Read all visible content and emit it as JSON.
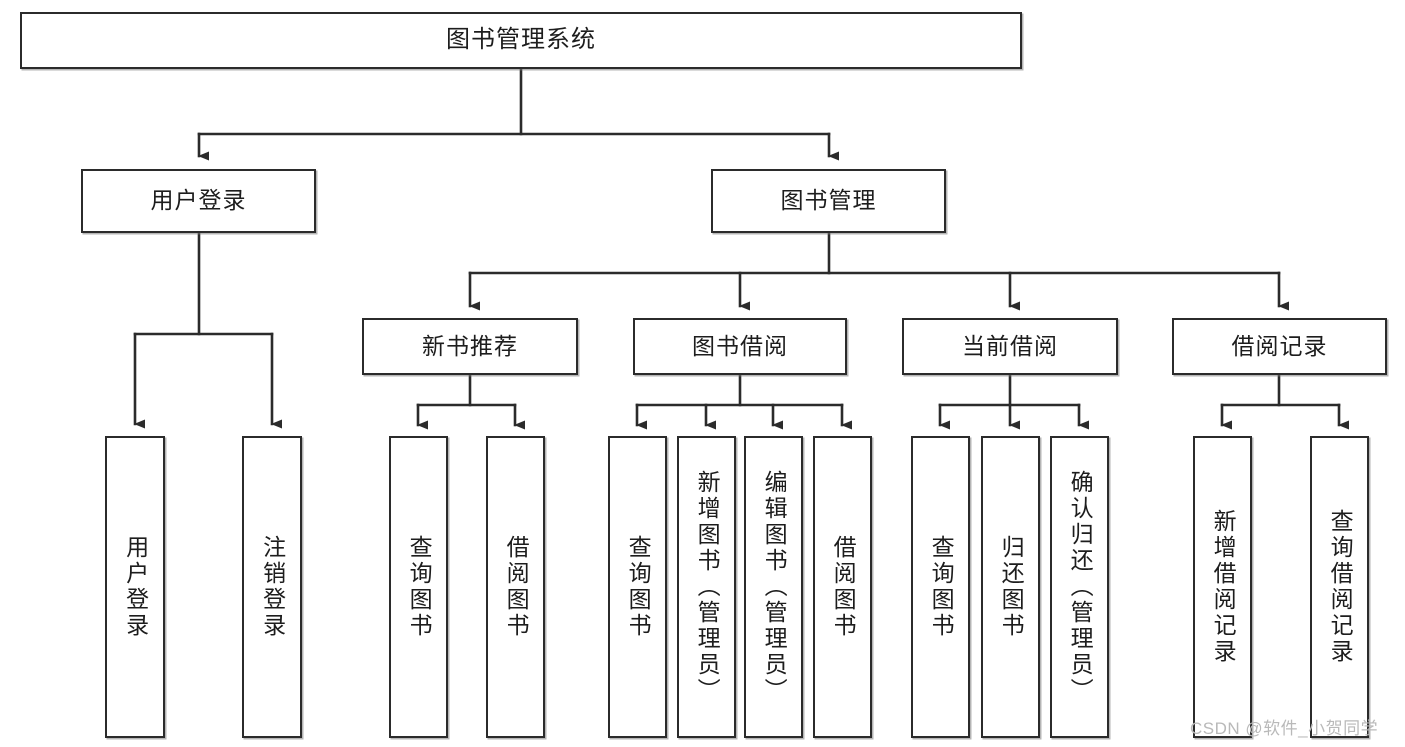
{
  "diagram": {
    "title": "图书管理系统",
    "type": "tree-hierarchy-chart",
    "watermark": "CSDN @软件_小贺同学",
    "colors": {
      "box_border": "#2b2b2b",
      "box_fill": "#ffffff",
      "edge": "#2b2b2b",
      "text": "#1d1d1d",
      "watermark": "#b9b9b9",
      "background": "#ffffff"
    },
    "nodes": {
      "root": {
        "label": "图书管理系统"
      },
      "level2": [
        {
          "id": "user-login",
          "label": "用户登录"
        },
        {
          "id": "book-manage",
          "label": "图书管理"
        }
      ],
      "level3": [
        {
          "id": "new-book-recommend",
          "label": "新书推荐"
        },
        {
          "id": "book-borrow",
          "label": "图书借阅"
        },
        {
          "id": "current-borrow",
          "label": "当前借阅"
        },
        {
          "id": "borrow-record",
          "label": "借阅记录"
        }
      ],
      "leaves": {
        "user_login": [
          {
            "id": "leaf-user-login",
            "label": "用户登录"
          },
          {
            "id": "leaf-logout-login",
            "label": "注销登录"
          }
        ],
        "new_book_recommend": [
          {
            "id": "leaf-query-book-1",
            "label": "查询图书"
          },
          {
            "id": "leaf-borrow-book-1",
            "label": "借阅图书"
          }
        ],
        "book_borrow": [
          {
            "id": "leaf-query-book-2",
            "label": "查询图书"
          },
          {
            "id": "leaf-add-book",
            "label": "新增图书（管理员）"
          },
          {
            "id": "leaf-edit-book",
            "label": "编辑图书（管理员）"
          },
          {
            "id": "leaf-borrow-book-2",
            "label": "借阅图书"
          }
        ],
        "current_borrow": [
          {
            "id": "leaf-query-book-3",
            "label": "查询图书"
          },
          {
            "id": "leaf-return-book",
            "label": "归还图书"
          },
          {
            "id": "leaf-confirm-return",
            "label": "确认归还（管理员）"
          }
        ],
        "borrow_record": [
          {
            "id": "leaf-add-record",
            "label": "新增借阅记录"
          },
          {
            "id": "leaf-query-record",
            "label": "查询借阅记录"
          }
        ]
      }
    }
  }
}
